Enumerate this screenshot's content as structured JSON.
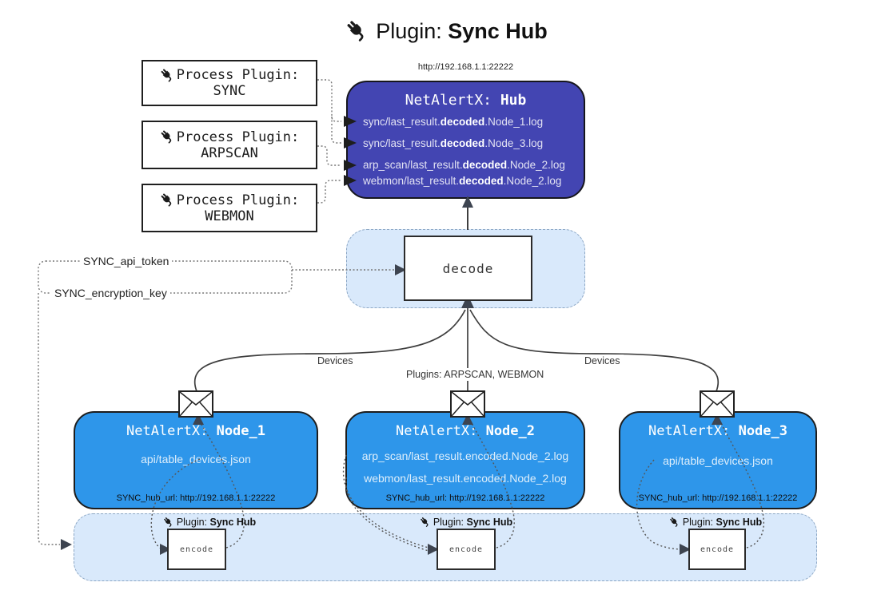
{
  "title": {
    "prefix": "Plugin: ",
    "bold": "Sync Hub"
  },
  "process_plugins": [
    {
      "label": "Process Plugin:",
      "name": "SYNC"
    },
    {
      "label": "Process Plugin:",
      "name": "ARPSCAN"
    },
    {
      "label": "Process Plugin:",
      "name": "WEBMON"
    }
  ],
  "hub": {
    "url": "http://192.168.1.1:22222",
    "title_prefix": "NetAlertX: ",
    "title_bold": "Hub",
    "logs": [
      {
        "pre": "sync/last_result.",
        "bold": "decoded",
        "post": ".Node_1.log"
      },
      {
        "pre": "sync/last_result.",
        "bold": "decoded",
        "post": ".Node_3.log"
      },
      {
        "pre": "arp_scan/last_result.",
        "bold": "decoded",
        "post": ".Node_2.log"
      },
      {
        "pre": "webmon/last_result.",
        "bold": "decoded",
        "post": ".Node_2.log"
      }
    ]
  },
  "decode_box": {
    "label": "decode"
  },
  "secrets": {
    "api_token": "SYNC_api_token",
    "encryption_key": "SYNC_encryption_key"
  },
  "connections": {
    "devices_label": "Devices",
    "plugins_label": "Plugins: ARPSCAN, WEBMON"
  },
  "nodes": [
    {
      "title_prefix": "NetAlertX: ",
      "title_bold": "Node_1",
      "files": [
        "api/table_devices.json"
      ],
      "hub_url": "SYNC_hub_url: http://192.168.1.1:22222"
    },
    {
      "title_prefix": "NetAlertX: ",
      "title_bold": "Node_2",
      "files": [
        "arp_scan/last_result.encoded.Node_2.log",
        "webmon/last_result.encoded.Node_2.log"
      ],
      "hub_url": "SYNC_hub_url: http://192.168.1.1:22222"
    },
    {
      "title_prefix": "NetAlertX: ",
      "title_bold": "Node_3",
      "files": [
        "api/table_devices.json"
      ],
      "hub_url": "SYNC_hub_url: http://192.168.1.1:22222"
    }
  ],
  "encode_band": {
    "plugin_prefix": "Plugin: ",
    "plugin_bold": "Sync Hub",
    "encode_label": "encode"
  },
  "icons": {
    "plug": "plug-icon",
    "envelope": "envelope-icon"
  },
  "colors": {
    "hub_bg": "#4345b2",
    "node_bg": "#2e96ea",
    "band_bg": "#d9e9fb",
    "band_border": "#8ba6c4",
    "white_box_border": "#2b2b2b",
    "arrow_dark": "#3d4450",
    "solid_line": "#3f3f3f",
    "dotted_line": "#777777"
  }
}
